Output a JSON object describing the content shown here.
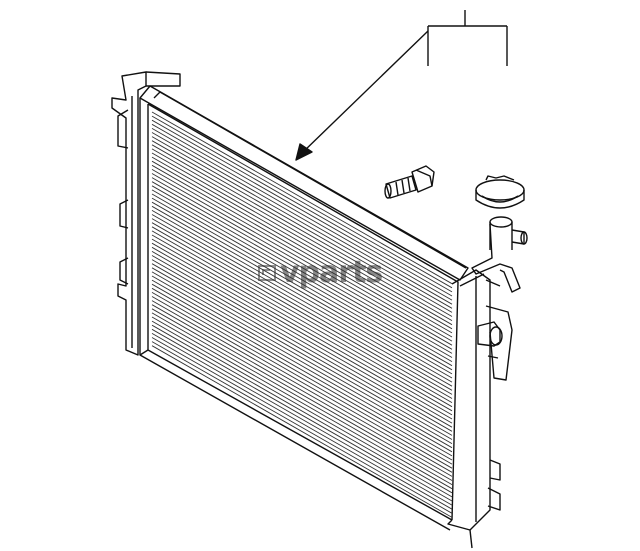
{
  "image": {
    "subject": "radiator-assembly-parts-diagram",
    "line_color": "#111111",
    "background_color": "#ffffff",
    "fin_line_color": "#333333"
  },
  "watermark": {
    "text": "vparts",
    "icon": "brand-logo-icon"
  },
  "parts": [
    {
      "name": "radiator-core",
      "icon": "radiator"
    },
    {
      "name": "mounting-bolt",
      "icon": "bolt"
    },
    {
      "name": "radiator-cap",
      "icon": "cap"
    },
    {
      "name": "filler-neck",
      "icon": "filler-neck"
    }
  ]
}
